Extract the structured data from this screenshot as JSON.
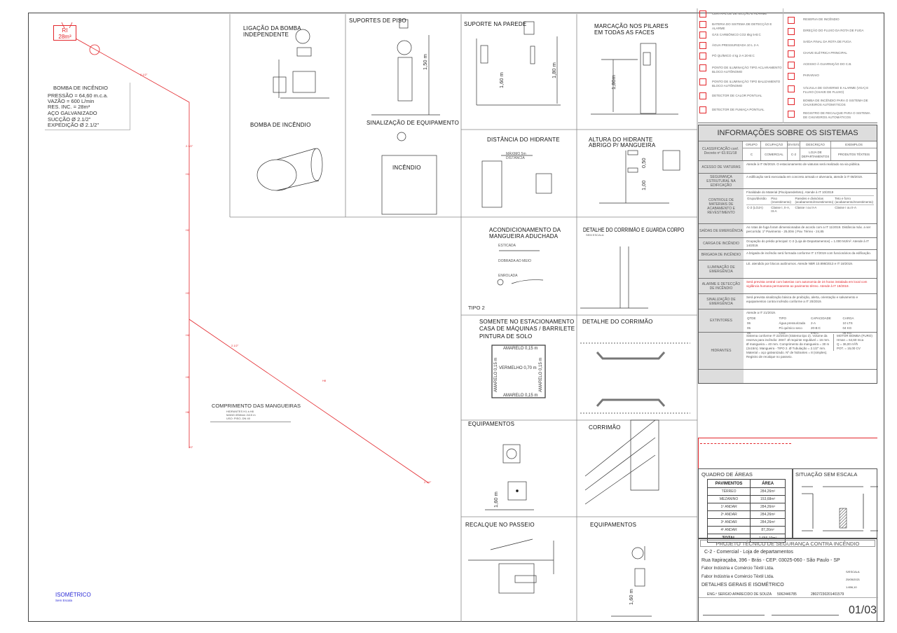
{
  "colors": {
    "pipe": "#e3262b",
    "title_blue": "#2a2ad6",
    "line": "#333333"
  },
  "isometric": {
    "reservoir_label": "RI",
    "reservoir_volume": "28m³",
    "pump_box": {
      "title": "BOMBA DE INCÊNDIO",
      "lines": [
        "PRESSÃO = 64,60 m.c.a.",
        "VAZÃO    = 600 L/min",
        "RES. INC. = 28m³",
        "AÇO GALVANIZADO",
        "SUCÇÃO   Ø 2.1/2\"",
        "EXPEDIÇÃO Ø 2.1/2\""
      ]
    },
    "hoses": {
      "title": "COMPRIMENTO DAS MANGUEIRAS",
      "lines": [
        "HIDRANTES H1 à H8",
        "MANG Ø38mm 2x15 m",
        "USO: PISO, DN 40"
      ]
    },
    "title": "ISOMÉTRICO",
    "subtitle": "Sem Escala"
  },
  "panels": {
    "ligacao": "LIGAÇÃO DA BOMBA",
    "ligacao2": "INDEPENDENTE",
    "bomba": "BOMBA DE INCÊNDIO",
    "suportes_piso": "SUPORTES DE PISO",
    "h150": "1,50 m",
    "sinalizacao_equip": "SINALIZAÇÃO DE EQUIPAMENTO",
    "incendio": "INCÊNDIO",
    "suporte_parede": "SUPORTE NA PAREDE",
    "h160": "1,60 m",
    "h180": "1,80 m",
    "marcacao": "MARCAÇÃO NOS PILARES",
    "marcacao2": "EM TODAS AS FACES",
    "h180b": "1,80m",
    "distancia": "DISTÂNCIA DO HIDRANTE",
    "maximo": "MÁXIMO 5m",
    "maximo2": "DISTÂNCIA",
    "altura": "ALTURA DO HIDRANTE",
    "altura2": "ABRIGO P/ MANGUEIRA",
    "h050": "0,50",
    "h100": "1,00",
    "acond": "ACONDICIONAMENTO DA",
    "acond2": "MANGUEIRA ADUCHADA",
    "esticada": "ESTICADA",
    "dobrada": "DOBRADA AO MEIO",
    "enrolada": "ENROLADA",
    "tipo2": "TIPO 2",
    "corrimao_guarda": "DETALHE DO CORRIMÃO E GUARDA CORPO",
    "sem_escala": "SEM ESCALA",
    "estac": "SOMENTE NO ESTACIONAMENTO",
    "estac2": "CASA DE MÁQUINAS / BARRILETE",
    "estac3": "PINTURA DE SOLO",
    "amarelo": "AMARELO 0,15 m",
    "vermelho": "VERMELHO 0,70 m",
    "det_corrimao": "DETALHE DO CORRIMÃO",
    "equip": "EQUIPAMENTOS",
    "corrimao": "CORRIMÃO",
    "recalque": "RECALQUE NO PASSEIO",
    "equip2": "EQUIPAMENTOS",
    "h160b": "1,60 m",
    "h160c": "1,60 m"
  },
  "legend": {
    "left": [
      "CENTRAL DE DETECÇÃO E ALARME",
      "BATERIA DO SISTEMA DE DETECÇÃO E ALARME",
      "GÁS CARBÔNICO CO2 6kg 5-B:C",
      "ÁGUA PRESSURIZADA 10 L 2-A",
      "PÓ QUÍMICO 4 kg 2-A:20-B:C",
      "PONTO DE ILUMINAÇÃO TIPO ACLARAMENTO BLOCO AUTÔNOMO",
      "PONTO DE ILUMINAÇÃO TIPO BALIZAMENTO BLOCO AUTÔNOMO",
      "DETECTOR DE CALOR PONTUAL",
      "DETECTOR DE FUMAÇA PONTUAL"
    ],
    "right": [
      "RESERVA DE INCÊNDIO",
      "DIREÇÃO DO FLUXO DA ROTA DE FUGA",
      "SAÍDA FINAL DA ROTA DE FUGA",
      "CHAVE ELÉTRICA PRINCIPAL",
      "ACESSO À GUARNIÇÃO DO C.B.",
      "PARARAIO",
      "VÁLVULA DE GOVERNO E ALARME (VGA) E FLUXO (CHAVE DE FLUXO)",
      "BOMBA DE INCÊNDIO PARA O SISTEMA DE CHUVEIROS AUTOMÁTICOS",
      "REGISTRO DE RECALQUE PARA O SISTEMA DE CHUVEIROS AUTOMÁTICOS"
    ]
  },
  "info": {
    "title": "INFORMAÇÕES SOBRE OS SISTEMAS",
    "class_label": "CLASSIFICAÇÃO conf. Decreto nº 63.911/18",
    "class_headers": [
      "GRUPO",
      "OCUPAÇÃO",
      "DIVISÃO",
      "DESCRIÇÃO",
      "EXEMPLOS"
    ],
    "class_values": [
      "C",
      "COMERCIAL",
      "C-2",
      "LOJA DE DEPARTAMENTOS",
      "PRODUTOS TÊXTEIS"
    ],
    "rows": [
      {
        "label": "ACESSO DE VIATURAS",
        "text": "Atende à IT 06/2019. O estacionamento de viaturas será realizado na via pública."
      },
      {
        "label": "SEGURANÇA ESTRUTURAL NA EDIFICAÇÃO",
        "text": "A edificação será executada em concreto armado e alvenaria, atende à IT 08/2019."
      },
      {
        "label": "CONTROLE DE MATERIAIS DE ACABAMENTO E REVESTIMENTO",
        "text": "Finalidade do Material (Piso/parede/teto). Atende à IT 10/2019",
        "grid": [
          [
            "Grupo/divisão",
            "Piso (revestimento)",
            "Paredes e divisórias (acabamento/revestimento)",
            "Teto e forro (acabamento/revestimento)"
          ],
          [
            "C-2 (LOJA)",
            "Classe I, II-A, III-A",
            "Classe I ou II-A",
            "Classe I ou II-A"
          ]
        ]
      },
      {
        "label": "SAÍDAS DE EMERGÊNCIA",
        "text": "As rotas de fuga foram dimensionadas de acordo com a IT 11/2019. Distância máx. a ser percorrida: 1º Pavimento - 25,00m | Pav. Térreo - 24,85"
      },
      {
        "label": "CARGA DE INCÊNDIO",
        "text": "Ocupação do prédio principal: C-2 (Loja de Departamentos) = 1.000 MJ/m². Atende à IT 14/2019."
      },
      {
        "label": "BRIGADA DE INCÊNDIO",
        "text": "A brigada de incêndio será formada conforme IT 17/2019 com funcionários da edificação."
      },
      {
        "label": "ILUMINAÇÃO DE EMERGÊNCIA",
        "text": "LE. atendido por blocos autônomos. Atende NBR 10.898/2013 e IT 18/2019."
      },
      {
        "label": "ALARME E DETECÇÃO DE INCÊNDIO",
        "text": "Será prevista central com baterias com autonomia de 24 horas instalada em local com vigilância humana permanente ao pavimento térreo. Atende à IT 19/2019.",
        "red": true
      },
      {
        "label": "SINALIZAÇÃO DE EMERGÊNCIA",
        "text": "Será prevista sinalização básica de proibição, alerta, orientação e salvamento e equipamentos contra incêndio conforme a IT 20/2019."
      },
      {
        "label": "EXTINTORES",
        "text": "Atende a IT 21/2019.",
        "grid": [
          [
            "QTDE",
            "TIPO",
            "CAPACIDADE",
            "CARGA"
          ],
          [
            "06",
            "Água pressurizada",
            "2-A",
            "10 LTS"
          ],
          [
            "05",
            "Pó químico seco",
            "20-B:C",
            "04 KG"
          ],
          [
            "06",
            "CO2",
            "5-B:C",
            "06 KG"
          ]
        ]
      },
      {
        "label": "HIDRANTES",
        "text": "Sistema conforme IT 22/2019 (Sistema tipo 2). Volume da reserva para incêndio: 28m³. Ø requinte regulável = 16 mm. Ø mangueira = 40 mm. Comprimento da mangueira = 30 m (2x15m). Mangueira - TIPO 2. Ø Tubulação = 2.1/2\" mm. Material = aço galvanizado. Nº de hidrantes = 8 (simples). Registro de recalque no passeio.",
        "pump": [
          "MOTOR BOMBA (FURO)",
          "Hman = 64,60 mca",
          "Q = 36,00 m³/h",
          "POT. = 15,00 CV"
        ]
      }
    ]
  },
  "areas": {
    "title": "QUADRO DE ÁREAS",
    "headers": [
      "PAVIMENTOS",
      "ÁREA"
    ],
    "rows": [
      [
        "TÉRREO",
        "284,26m²"
      ],
      [
        "MEZANINO",
        "153,68m²"
      ],
      [
        "1º ANDAR",
        "284,26m²"
      ],
      [
        "2º ANDAR",
        "284,26m²"
      ],
      [
        "3º ANDAR",
        "284,26m²"
      ],
      [
        "4º ANDAR",
        "87,26m²"
      ]
    ],
    "total": [
      "TOTAL",
      "1.656,10m²"
    ]
  },
  "situacao": {
    "title": "SITUAÇÃO SEM ESCALA"
  },
  "title_block": {
    "title": "PROJETO TÉCNICO DE SEGURANÇA CONTRA INCÊNDIO",
    "ocupacao": "C-2 - Comercial - Loja de departamentos",
    "endereco": "Rua Itapiraçaba, 396 - Brás - CEP: 03025-060 - São Paulo - SP",
    "proprietario": "Fabor Indústria e Comércio Têxtil Ltda.",
    "responsavel_uso": "Fabor Indústria e Comércio Têxtil Ltda.",
    "prancha": "DETALHES GERAIS E ISOMÉTRICO",
    "resp_tecnico": "ENG.º SERGIO APARECIDO DE SOUZA",
    "crea": "5062446785",
    "art": "28027230201401579",
    "escala": "S/ESCALA",
    "data": "25/05/2021",
    "area": "1.656,10",
    "folha": "01/03"
  }
}
